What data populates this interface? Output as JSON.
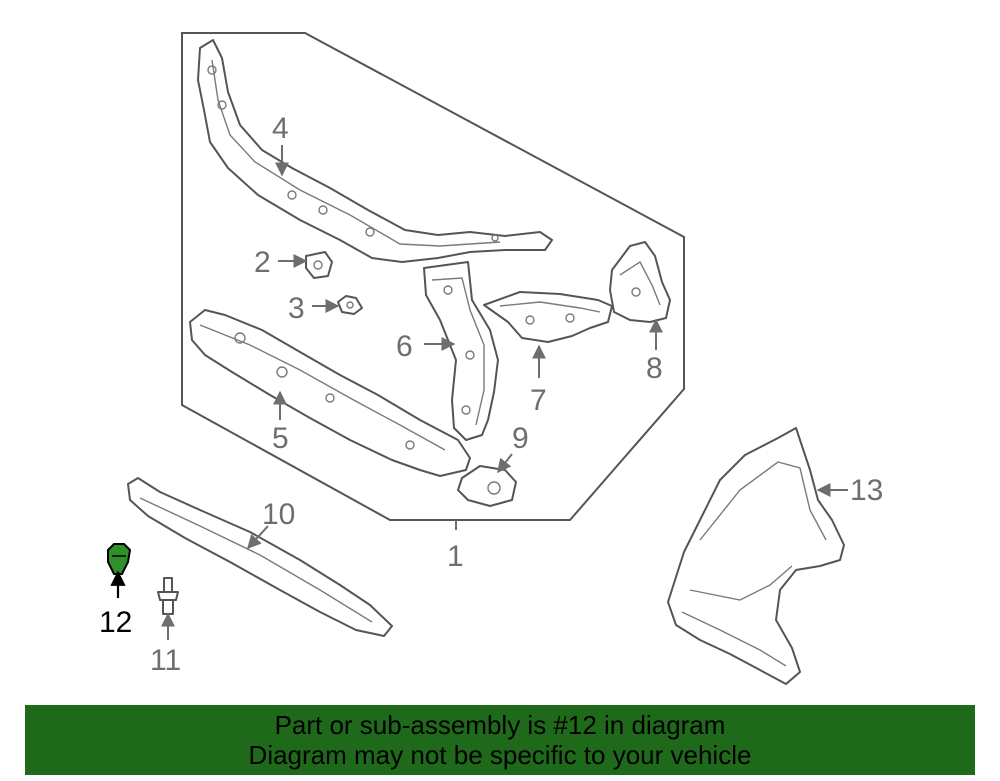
{
  "diagram": {
    "callouts": [
      "1",
      "2",
      "3",
      "4",
      "5",
      "6",
      "7",
      "8",
      "9",
      "10",
      "11",
      "12",
      "13"
    ],
    "highlight_callout": "12",
    "highlight_color": "#1f6a1a"
  },
  "banner": {
    "line1": "Part or sub-assembly is #12 in diagram",
    "line2": "Diagram may not be specific to your vehicle",
    "background": "#1f6a1a"
  }
}
